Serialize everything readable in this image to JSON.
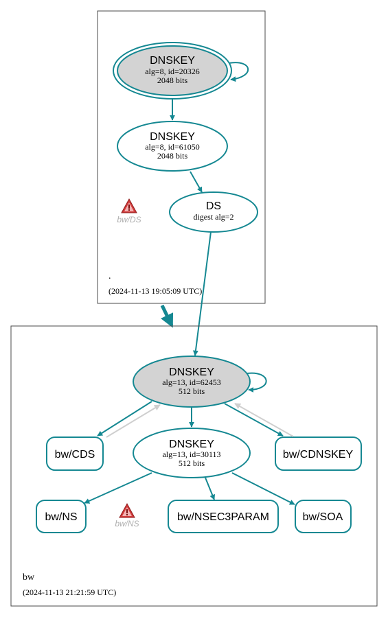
{
  "colors": {
    "edge": "#158892",
    "ksk_fill": "#d3d3d3",
    "rev_edge": "#cfcfcf",
    "cluster_border": "#4a4a4a",
    "warn_text": "#b0b0b0",
    "warn_fill": "#d23a3a"
  },
  "root_zone": {
    "name": ".",
    "timestamp": "(2024-11-13 19:05:09 UTC)",
    "ksk": {
      "title": "DNSKEY",
      "line1": "alg=8, id=20326",
      "line2": "2048 bits"
    },
    "zsk": {
      "title": "DNSKEY",
      "line1": "alg=8, id=61050",
      "line2": "2048 bits"
    },
    "ds": {
      "title": "DS",
      "line1": "digest alg=2"
    },
    "warning": {
      "label": "bw/DS",
      "icon": "warning-triangle-icon"
    }
  },
  "bw_zone": {
    "name": "bw",
    "timestamp": "(2024-11-13 21:21:59 UTC)",
    "ksk": {
      "title": "DNSKEY",
      "line1": "alg=13, id=62453",
      "line2": "512 bits"
    },
    "zsk": {
      "title": "DNSKEY",
      "line1": "alg=13, id=30113",
      "line2": "512 bits"
    },
    "records": {
      "cds": "bw/CDS",
      "cdnskey": "bw/CDNSKEY",
      "ns": "bw/NS",
      "nsec3param": "bw/NSEC3PARAM",
      "soa": "bw/SOA"
    },
    "warning": {
      "label": "bw/NS",
      "icon": "warning-triangle-icon"
    }
  }
}
